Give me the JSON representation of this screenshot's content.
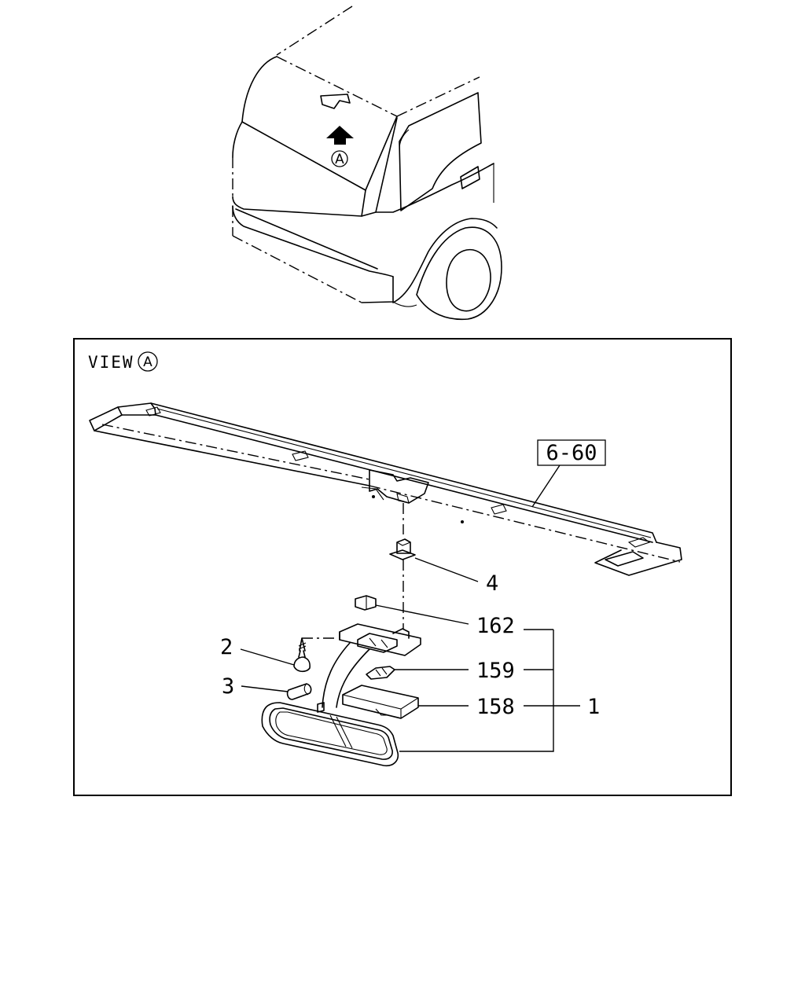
{
  "view_label": {
    "text": "VIEW",
    "marker": "A"
  },
  "vehicle_marker": "A",
  "part_labels": {
    "ref_6_60": "6-60",
    "p4": "4",
    "p162": "162",
    "p2": "2",
    "p159": "159",
    "p3": "3",
    "p158": "158",
    "p1": "1"
  }
}
